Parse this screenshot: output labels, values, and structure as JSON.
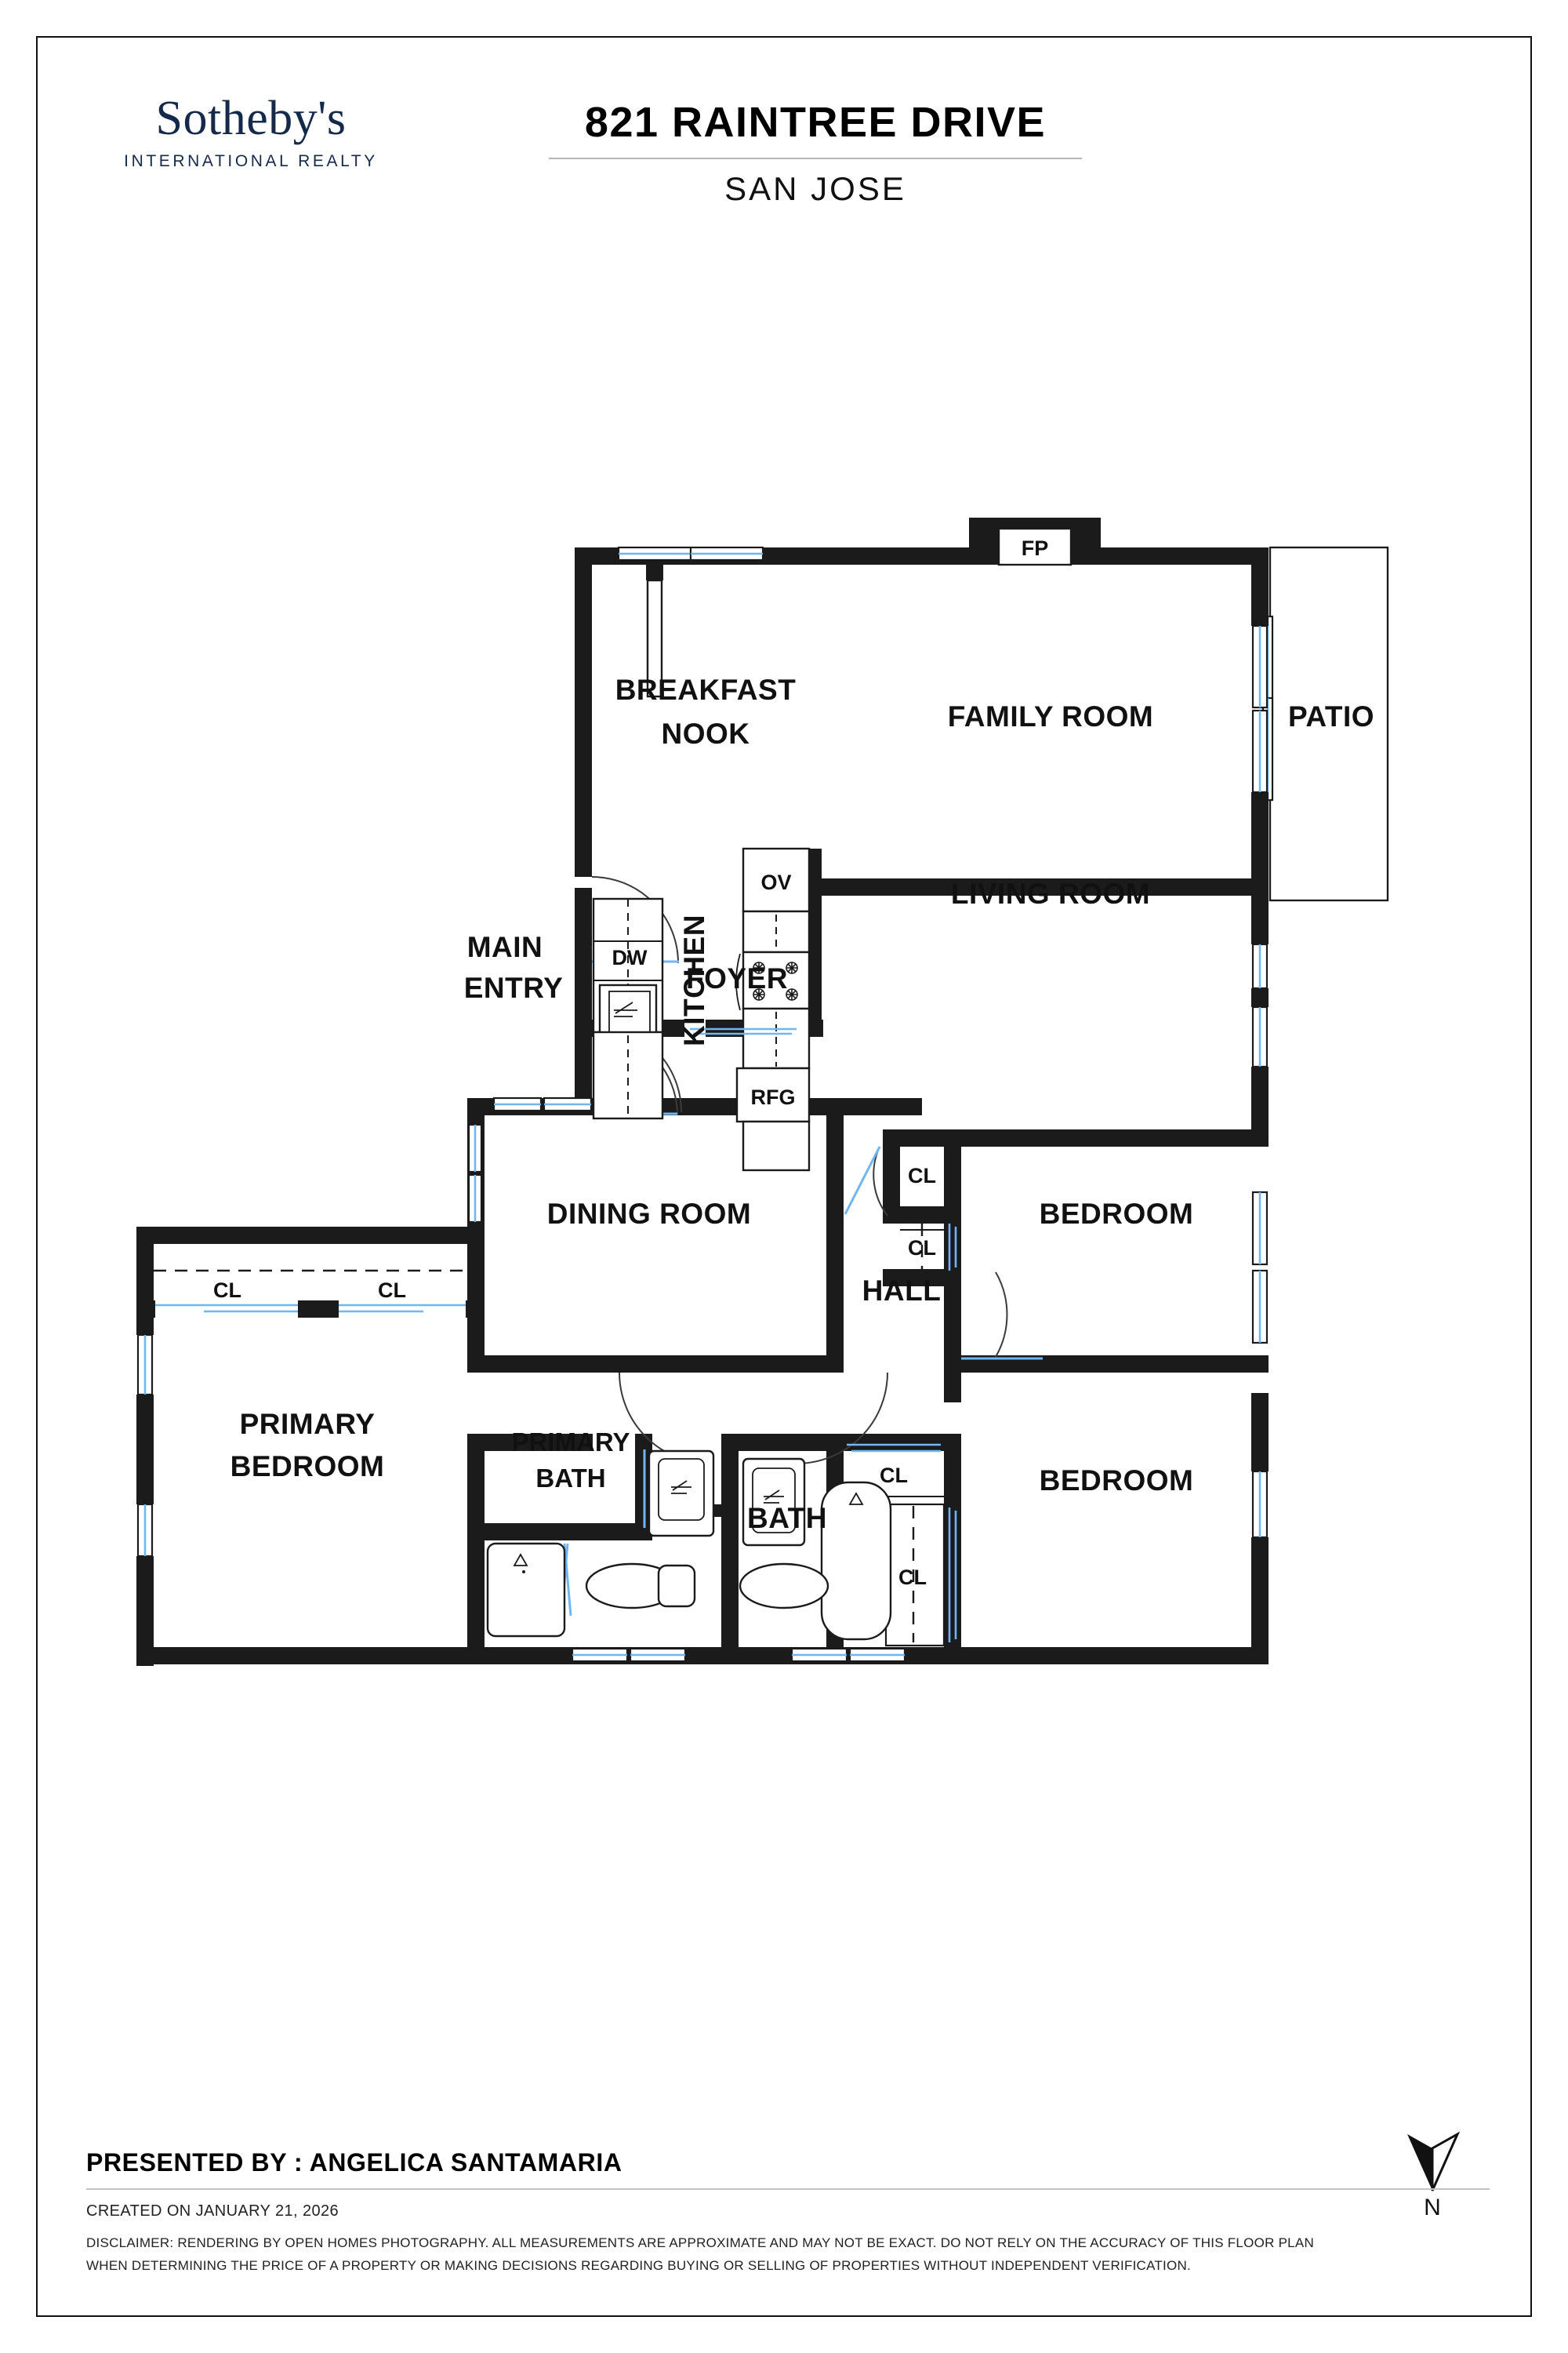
{
  "brand": {
    "name": "Sotheby's",
    "subtitle": "INTERNATIONAL REALTY",
    "navy": "#15294a"
  },
  "header": {
    "title": "821 RAINTREE DRIVE",
    "subtitle": "SAN JOSE"
  },
  "floorplan": {
    "rooms": [
      {
        "label": "BREAKFAST",
        "label2": "NOOK"
      },
      {
        "label": "FAMILY ROOM"
      },
      {
        "label": "PATIO"
      },
      {
        "label": "KITCHEN"
      },
      {
        "label": "LIVING ROOM"
      },
      {
        "label": "MAIN",
        "label2": "ENTRY"
      },
      {
        "label": "FOYER"
      },
      {
        "label": "DINING ROOM"
      },
      {
        "label": "PRIMARY",
        "label2": "BEDROOM"
      },
      {
        "label": "BEDROOM"
      },
      {
        "label": "BEDROOM"
      },
      {
        "label": "HALL"
      },
      {
        "label": "PRIMARY",
        "label2": "BATH"
      },
      {
        "label": "BATH"
      }
    ],
    "labels": {
      "breakfast_1": "BREAKFAST",
      "breakfast_2": "NOOK",
      "family_room": "FAMILY ROOM",
      "patio": "PATIO",
      "kitchen": "KITCHEN",
      "living_room": "LIVING ROOM",
      "main_entry_1": "MAIN",
      "main_entry_2": "ENTRY",
      "foyer": "FOYER",
      "dining_room": "DINING ROOM",
      "primary_1": "PRIMARY",
      "primary_2": "BEDROOM",
      "bedroom_2": "BEDROOM",
      "bedroom_3": "BEDROOM",
      "hall": "HALL",
      "primary_bath_1": "PRIMARY",
      "primary_bath_2": "BATH",
      "bath": "BATH"
    },
    "appliances": {
      "fireplace": "FP",
      "oven": "OV",
      "dishwasher": "DW",
      "refrigerator": "RFG"
    },
    "closets": {
      "primary_left": "CL",
      "primary_right": "CL",
      "hall_upper": "CL",
      "hall_lower": "CL",
      "bath_upper": "CL",
      "bath_lower": "CL"
    }
  },
  "compass": {
    "direction": "N"
  },
  "footer": {
    "presented_by": "PRESENTED BY : ANGELICA SANTAMARIA",
    "created_on": "CREATED ON JANUARY 21, 2026",
    "disclaimer_line1": "DISCLAIMER: RENDERING BY OPEN HOMES PHOTOGRAPHY. ALL MEASUREMENTS ARE APPROXIMATE AND MAY NOT BE EXACT. DO NOT RELY ON THE ACCURACY OF THIS FLOOR PLAN",
    "disclaimer_line2": "WHEN DETERMINING THE PRICE OF A PROPERTY OR MAKING DECISIONS REGARDING BUYING OR SELLING OF PROPERTIES WITHOUT INDEPENDENT VERIFICATION."
  }
}
